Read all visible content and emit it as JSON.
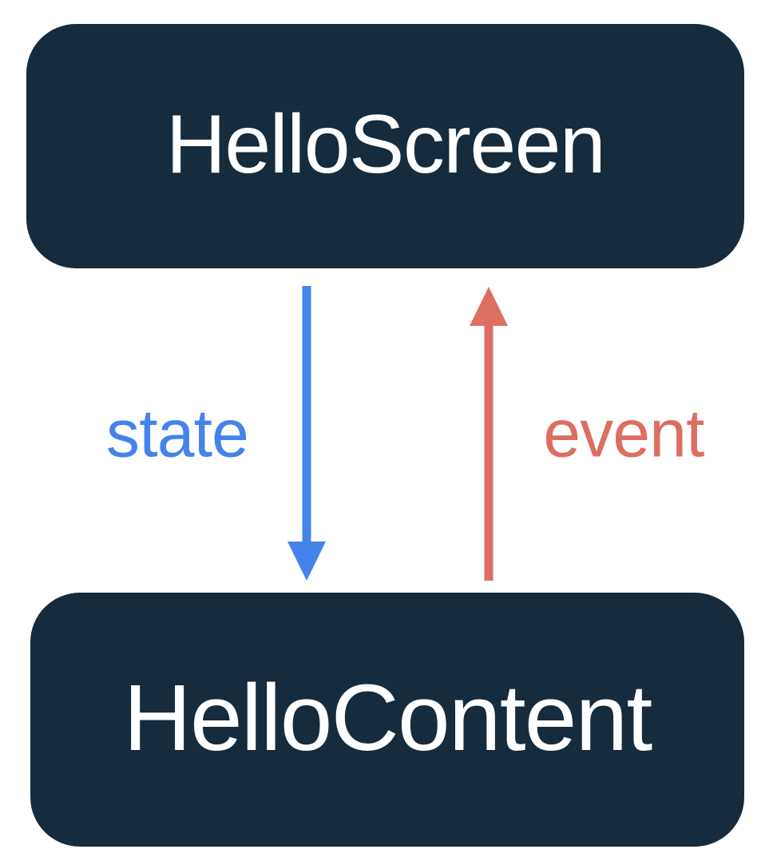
{
  "diagram": {
    "nodes": [
      {
        "id": "top",
        "label": "HelloScreen"
      },
      {
        "id": "bottom",
        "label": "HelloContent"
      }
    ],
    "arrows": [
      {
        "label": "state",
        "direction": "down",
        "from": "HelloScreen",
        "to": "HelloContent",
        "color": "#4483EA"
      },
      {
        "label": "event",
        "direction": "up",
        "from": "HelloContent",
        "to": "HelloScreen",
        "color": "#DD6E62"
      }
    ],
    "colors": {
      "node_background": "#162B3C",
      "node_text": "#FFFFFF",
      "canvas_background": "#FFFFFF",
      "state_blue": "#4483EA",
      "event_red": "#DD6E62"
    }
  }
}
